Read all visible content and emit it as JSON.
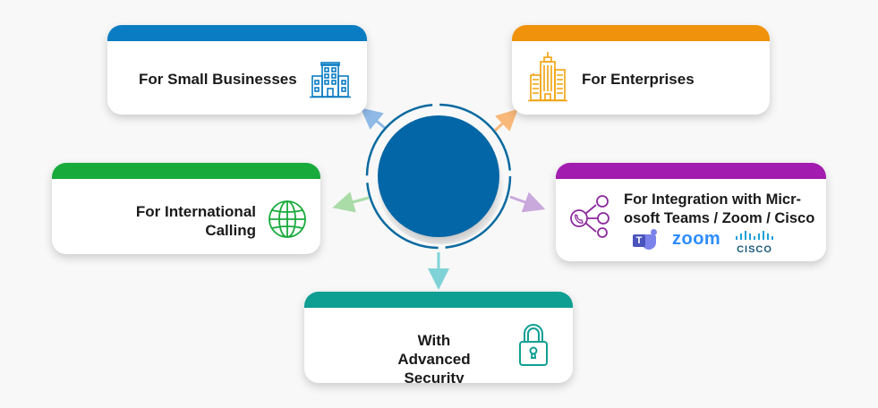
{
  "center": {
    "color": "#0366a6",
    "ring_color": "#0a6aa0"
  },
  "cards": [
    {
      "id": "small-businesses",
      "label": "For Small Businesses",
      "color": "#0a7cc3",
      "icon": "office-building-icon"
    },
    {
      "id": "enterprises",
      "label": "For Enterprises",
      "color": "#f0920c",
      "icon": "skyscraper-icon"
    },
    {
      "id": "international",
      "label_line1": "For International",
      "label_line2": "Calling",
      "color": "#19aa3c",
      "icon": "globe-icon"
    },
    {
      "id": "integration",
      "label_line1": "For Integration with Micr-",
      "label_line2": "osoft Teams / Zoom / Cisco",
      "color": "#a21caf",
      "icon": "share-phone-icon",
      "logos": {
        "teams": "T",
        "zoom": "zoom",
        "cisco_text": "CISCO"
      }
    },
    {
      "id": "security",
      "label_line1": "With Advanced",
      "label_line2": "Security",
      "color": "#0f9e92",
      "icon": "padlock-icon"
    }
  ],
  "arrows": {
    "blue": "#8fb9e6",
    "orange": "#f8b87a",
    "green": "#a9dca7",
    "purple": "#c9a8dc",
    "teal": "#7fd3d6"
  }
}
